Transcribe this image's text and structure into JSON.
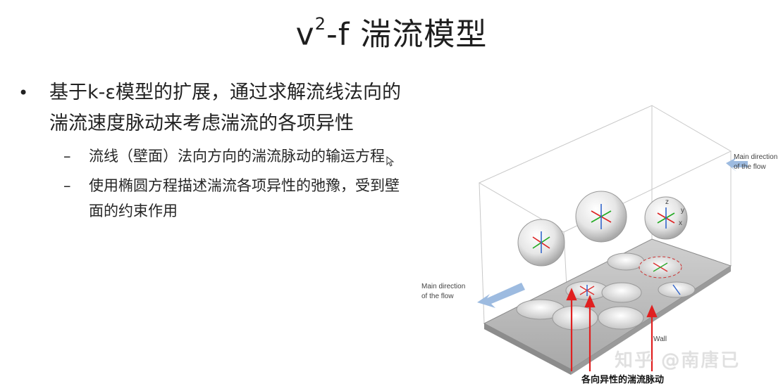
{
  "slide": {
    "title_main": "v",
    "title_sup": "2",
    "title_rest": "-f 湍流模型",
    "bullet": {
      "symbol": "•",
      "text": "基于k-ε模型的扩展，通过求解流线法向的湍流速度脉动来考虑湍流的各项异性"
    },
    "sub_bullets": [
      {
        "symbol": "–",
        "text": "流线（壁面）法向方向的湍流脉动的输运方程"
      },
      {
        "symbol": "–",
        "text": "使用椭圆方程描述湍流各项异性的弛豫，受到壁面的约束作用"
      }
    ]
  },
  "figure": {
    "label_main_dir_right_1": "Main direction",
    "label_main_dir_right_2": "of the flow",
    "label_main_dir_left_1": "Main direction",
    "label_main_dir_left_2": "of the flow",
    "label_wall": "Wall",
    "axis_z": "z",
    "axis_y": "y",
    "axis_x": "x",
    "caption": "各向异性的湍流脉动",
    "colors": {
      "arrow_red": "#e02020",
      "flow_arrow": "#9dbbe0",
      "wall": "#b8b8b8"
    }
  },
  "watermark": "知乎 @南唐已"
}
